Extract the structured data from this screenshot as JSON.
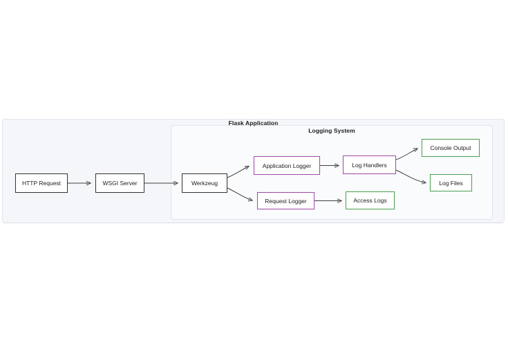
{
  "diagram": {
    "type": "flowchart",
    "direction": "left-to-right",
    "groups": {
      "flask_application": {
        "label": "Flask Application"
      },
      "logging_system": {
        "label": "Logging System"
      }
    },
    "nodes": {
      "http_request": {
        "label": "HTTP Request",
        "style": "default",
        "group": null
      },
      "wsgi_server": {
        "label": "WSGI Server",
        "style": "default",
        "group": null
      },
      "werkzeug": {
        "label": "Werkzeug",
        "style": "default",
        "group": "logging_system"
      },
      "application_logger": {
        "label": "Application Logger",
        "style": "purple",
        "group": "logging_system"
      },
      "log_handlers": {
        "label": "Log Handlers",
        "style": "purple",
        "group": "logging_system"
      },
      "request_logger": {
        "label": "Request Logger",
        "style": "purple",
        "group": "logging_system"
      },
      "console_output": {
        "label": "Console Output",
        "style": "green",
        "group": "logging_system"
      },
      "log_files": {
        "label": "Log Files",
        "style": "green",
        "group": "logging_system"
      },
      "access_logs": {
        "label": "Access Logs",
        "style": "green",
        "group": "logging_system"
      }
    },
    "edges": [
      {
        "from": "http_request",
        "to": "wsgi_server"
      },
      {
        "from": "wsgi_server",
        "to": "werkzeug"
      },
      {
        "from": "werkzeug",
        "to": "application_logger"
      },
      {
        "from": "werkzeug",
        "to": "request_logger"
      },
      {
        "from": "application_logger",
        "to": "log_handlers"
      },
      {
        "from": "log_handlers",
        "to": "console_output"
      },
      {
        "from": "log_handlers",
        "to": "log_files"
      },
      {
        "from": "request_logger",
        "to": "access_logs"
      }
    ],
    "colors": {
      "default_border": "#333333",
      "purple_border": "#a24ba9",
      "green_border": "#4ea052",
      "node_fill": "#ffffff",
      "outer_fill": "#f5f6f9",
      "inner_fill": "#fafbfd",
      "edge": "#3f3f3f"
    }
  }
}
